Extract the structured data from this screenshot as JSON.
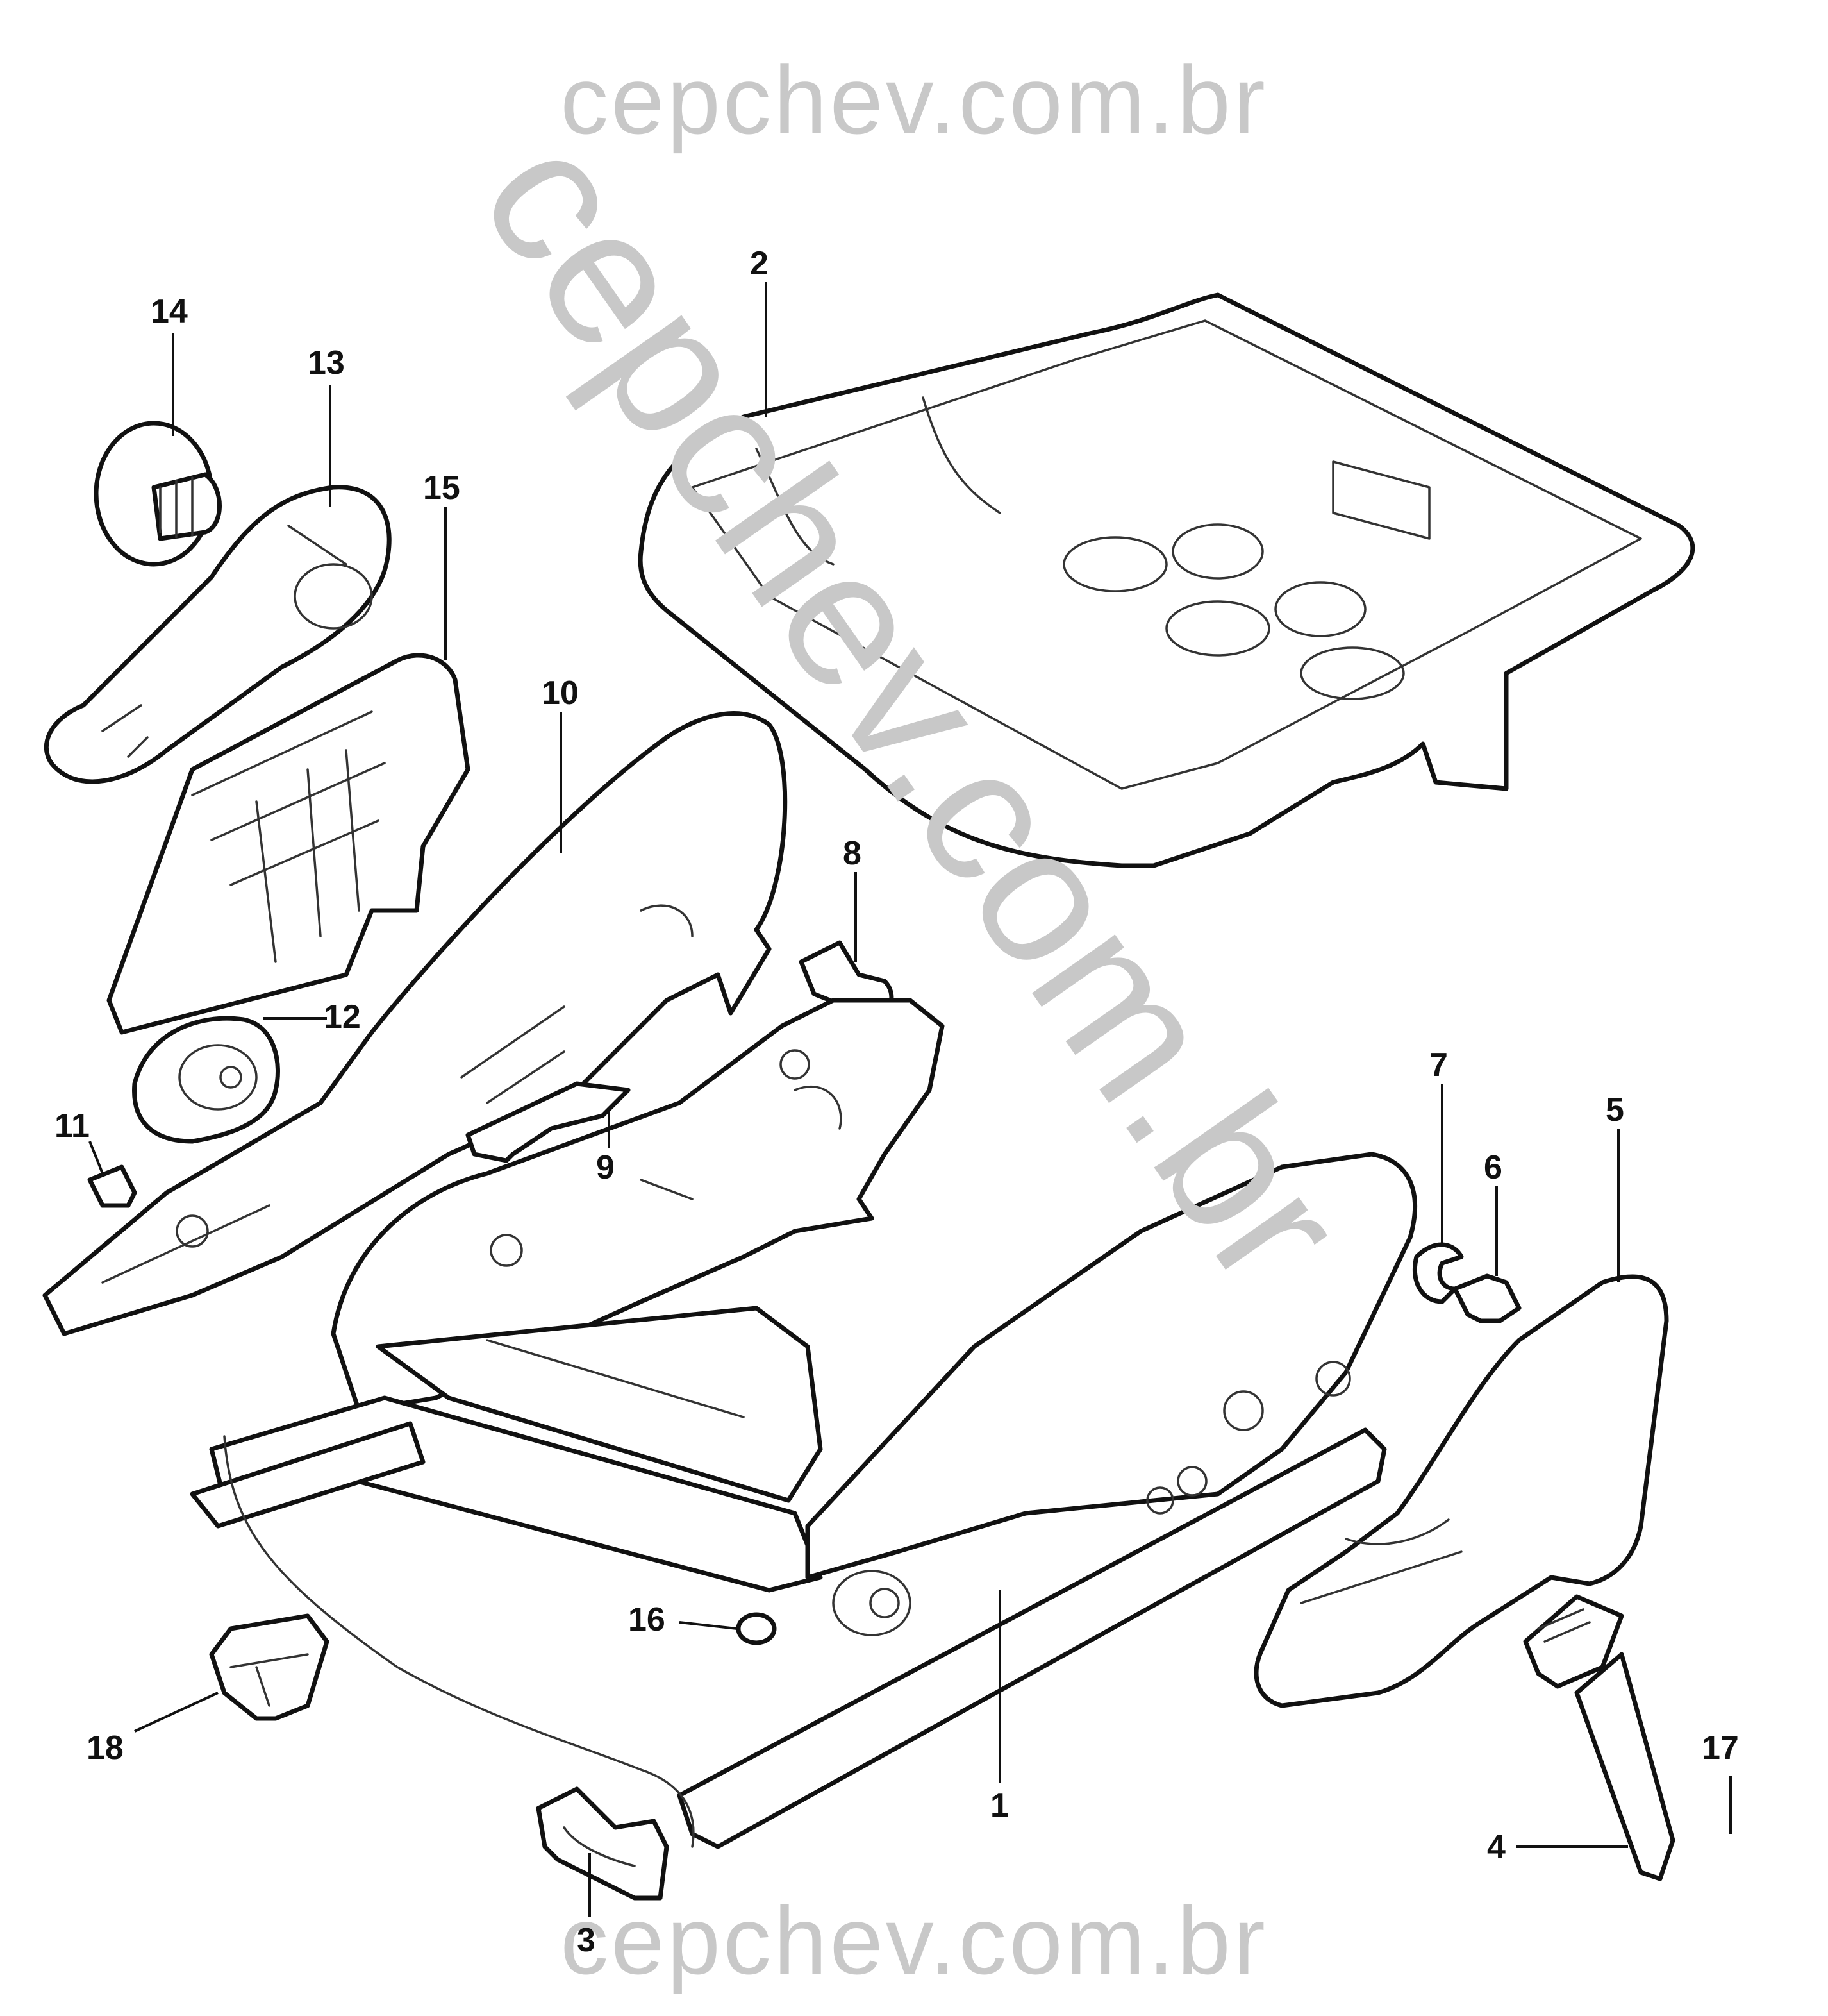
{
  "watermarks": {
    "top": "cepchev.com.br",
    "bottom": "cepchev.com.br",
    "diagonal": "cepchev.com.br"
  },
  "callouts": {
    "c1": "1",
    "c2": "2",
    "c3": "3",
    "c4": "4",
    "c5": "5",
    "c6": "6",
    "c7": "7",
    "c8": "8",
    "c9": "9",
    "c10": "10",
    "c11": "11",
    "c12": "12",
    "c13": "13",
    "c14": "14",
    "c15": "15",
    "c16": "16",
    "c17": "17",
    "c18": "18"
  },
  "colors": {
    "line": "#111111",
    "watermark": "#c8c8c8",
    "background": "#ffffff"
  }
}
